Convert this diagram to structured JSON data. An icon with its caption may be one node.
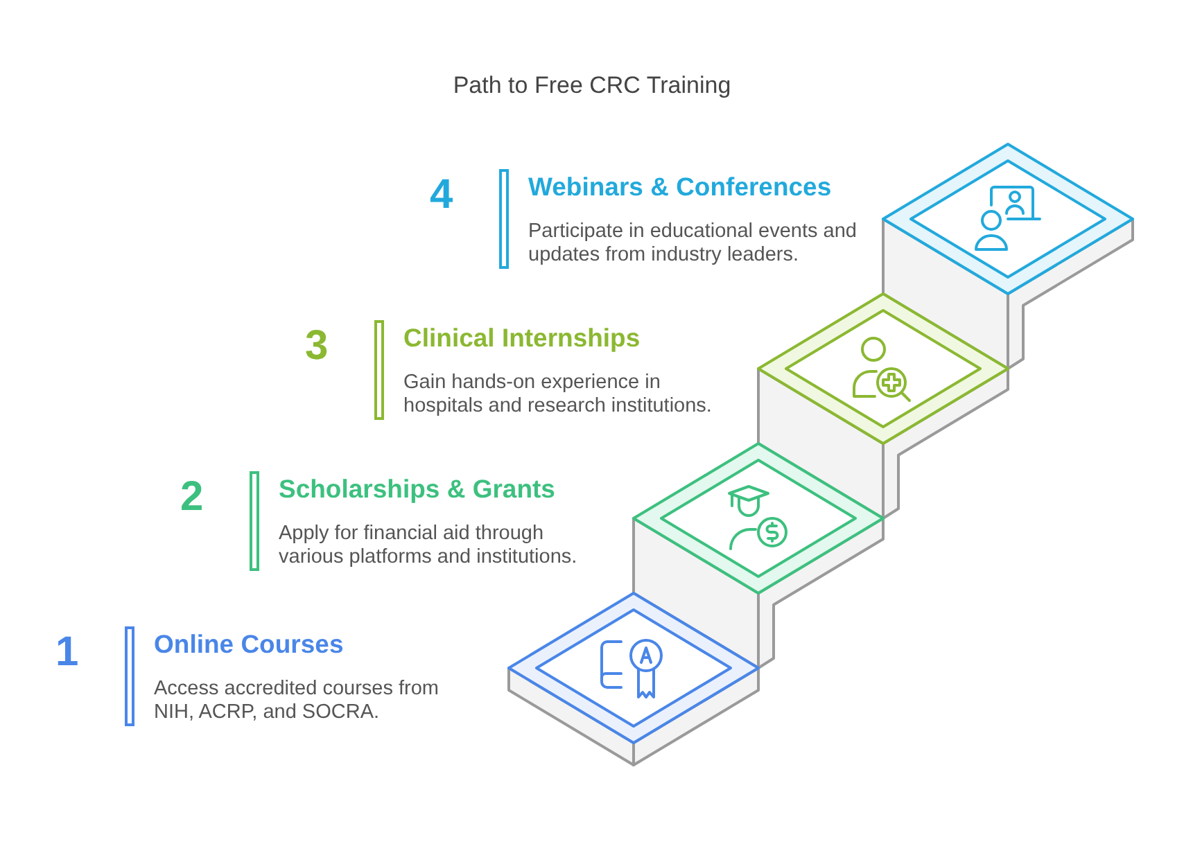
{
  "diagram": {
    "title": "Path to Free CRC Training",
    "nodes": [
      {
        "text": [
          "Online Courses",
          "Access accredited courses from NIH, ACRP, and SOCRA."
        ],
        "beside": [
          "1"
        ]
      },
      {
        "text": [
          "Scholarships & Grants",
          "Apply for financial aid through various platforms and institutions."
        ],
        "beside": [
          "2"
        ]
      },
      {
        "text": [
          "Clinical Internships",
          "Gain hands-on experience in hospitals and research institutions."
        ],
        "beside": [
          "3"
        ]
      },
      {
        "text": [
          "Webinars & Conferences",
          "Participate in educational events and updates from industry leaders."
        ],
        "beside": [
          "4"
        ]
      }
    ]
  }
}
